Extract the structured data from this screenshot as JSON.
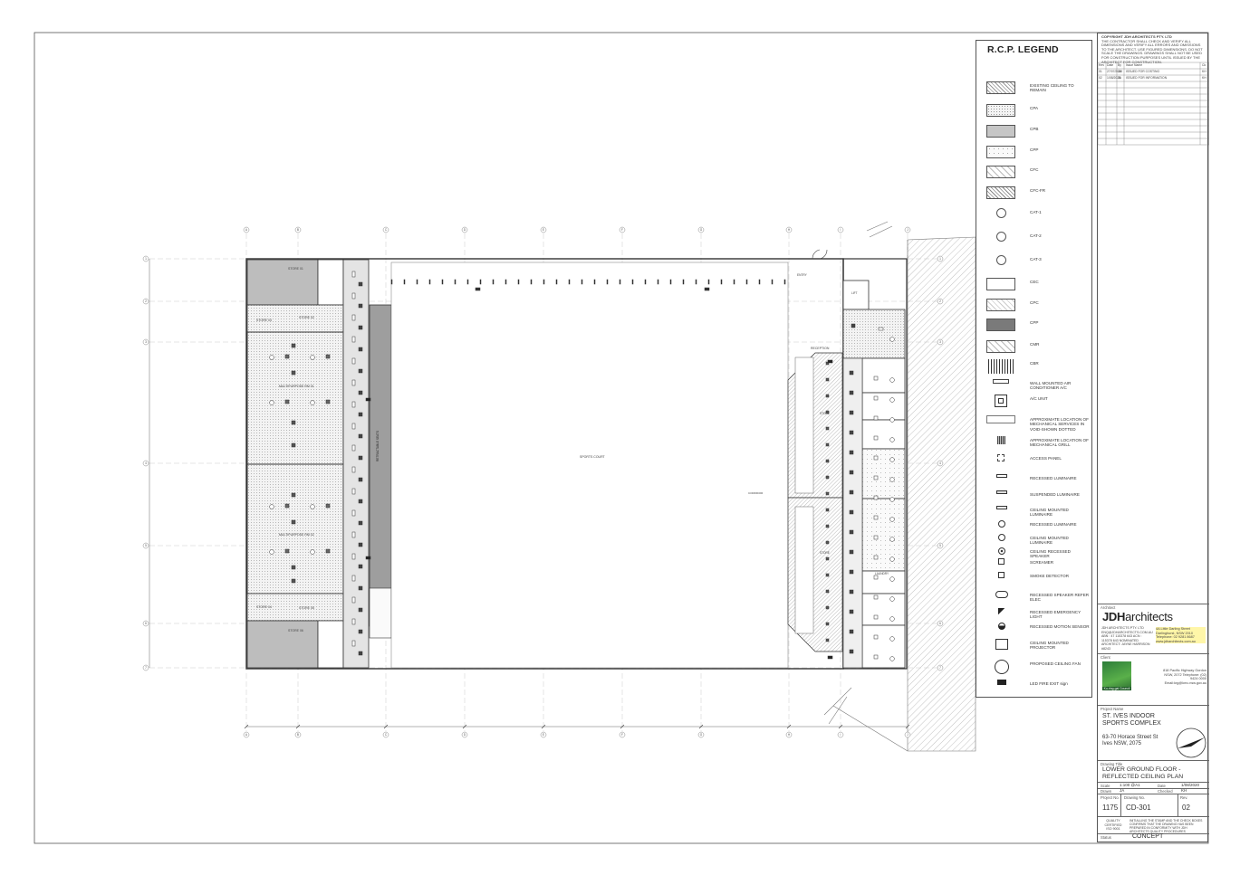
{
  "legend": {
    "title": "R.C.P. LEGEND",
    "items": [
      {
        "label": "EXISTING CEILING TO REMAIN",
        "icon": "hatch-diagonal-icon"
      },
      {
        "label": "CPA",
        "icon": "dot-fill-icon"
      },
      {
        "label": "CPB",
        "icon": "grey-fill-icon"
      },
      {
        "label": "CPP",
        "icon": "dot-sparse-icon"
      },
      {
        "label": "CFC",
        "icon": "dash-hatch-icon"
      },
      {
        "label": "CFC-FR",
        "icon": "hatch-dense-icon"
      },
      {
        "label": "CAT-1",
        "icon": "circle-icon"
      },
      {
        "label": "CAT-2",
        "icon": "circle-icon"
      },
      {
        "label": "CAT-3",
        "icon": "circle-icon"
      },
      {
        "label": "CEC",
        "icon": "plain-box-icon"
      },
      {
        "label": "CPC",
        "icon": "light-hatch-icon"
      },
      {
        "label": "CPP",
        "icon": "dark-fill-icon"
      },
      {
        "label": "CMR",
        "icon": "dash-hatch-icon"
      },
      {
        "label": "CBR",
        "icon": "vertical-bars-icon"
      },
      {
        "label": "WALL MOUNTED AIR CONDITIONER A/C",
        "icon": "wall-ac-icon"
      },
      {
        "label": "A/C UNIT",
        "icon": "ac-unit-icon"
      },
      {
        "label": "APPROXIMATE LOCATION OF MECHANICAL SERVICES IN VOID-SHOWN DOTTED",
        "icon": "mech-services-icon"
      },
      {
        "label": "APPROXIMATE LOCATION OF MECHANICAL GRILL",
        "icon": "grill-icon"
      },
      {
        "label": "ACCESS PANEL",
        "icon": "access-panel-icon"
      },
      {
        "label": "RECESSED LUMINAIRE",
        "icon": "recessed-luminaire-icon"
      },
      {
        "label": "SUSPENDED LUMINAIRE",
        "icon": "suspended-luminaire-icon"
      },
      {
        "label": "CEILING MOUNTED LUMINAIRE",
        "icon": "ceiling-luminaire-icon"
      },
      {
        "label": "RECESSED LUMINAIRE",
        "icon": "r-circle-icon"
      },
      {
        "label": "CEILING MOUNTED LUMINAIRE",
        "icon": "c-circle-icon"
      },
      {
        "label": "CEILING RECESSED SPEAKER",
        "icon": "speaker-icon"
      },
      {
        "label": "SCREAMER",
        "icon": "screamer-icon"
      },
      {
        "label": "SMOKE DETECTOR",
        "icon": "smoke-detector-icon"
      },
      {
        "label": "RECESSED SPEAKER REFER ELEC",
        "icon": "recessed-speaker-icon"
      },
      {
        "label": "RECESSED EMERGENCY LIGHT",
        "icon": "emergency-light-icon"
      },
      {
        "label": "RECESSED MOTION SENSOR",
        "icon": "motion-sensor-icon"
      },
      {
        "label": "CEILING MOUNTED PROJECTOR",
        "icon": "projector-icon"
      },
      {
        "label": "PROPOSED CEILING FAN",
        "icon": "ceiling-fan-icon"
      },
      {
        "label": "LED FIRE EXIT sign",
        "icon": "exit-sign-icon"
      }
    ]
  },
  "title_block": {
    "copyright_heading": "COPYRIGHT JDH ARCHITECTS PTY. LTD",
    "copyright_text": "THE CONTRACTOR SHALL CHECK AND VERIFY ALL DIMENSIONS AND VERIFY ALL ERRORS AND OMISSIONS TO THE ARCHITECT. USE FIGURED DIMENSIONS. DO NOT SCALE THE DRAWINGS. DRAWINGS SHALL NOT BE USED FOR CONSTRUCTION PURPOSES UNTIL ISSUED BY THE ARCHITECT FOR CONSTRUCTION.",
    "revision_headers": [
      "Rev",
      "Date",
      "By",
      "Issue Name",
      "Ck"
    ],
    "revisions": [
      [
        "01",
        "27/07/2020",
        "JA",
        "ISSUED FOR COSTING",
        "KH"
      ],
      [
        "02",
        "1/08/2020",
        "JA",
        "ISSUED FOR INFORMATION",
        "KH"
      ]
    ],
    "architect_label": "Architect",
    "firm_logo_bold": "JDH",
    "firm_logo_rest": "architects",
    "firm_details": "JDH ARCHITECTS PTY. LTD ENQ@JDHARCHITECTS.COM.AU ABN : 47 115378 643 ACN : 115378 643 NOMINATED ARCHITECT: JAYNE HARRISON #8243",
    "firm_address": "4A Little Darling Street Darlinghurst, NSW 2010 Telephone: 02 9281 8687 www.jdharchitects.com.au",
    "client_label": "Client",
    "client_logo_text": "Ku-ring-gai Council",
    "client_address": "818 Pacific Highway Gordon NSW, 2072 Telephone: (02) 9424 0000 Email:krg@kmc.nsw.gov.au",
    "project_name_label": "Project Name",
    "project_name": "ST. IVES INDOOR SPORTS COMPLEX",
    "project_address": "63-70 Horace Street St Ives NSW, 2075",
    "drawing_title_label": "Drawing Title",
    "drawing_title": "LOWER GROUND FLOOR - REFLECTED CEILING PLAN",
    "scale_label": "Scale",
    "scale": "1:100 @A1",
    "date_label": "Date",
    "date": "1/08/2020",
    "drawn_label": "Drawn",
    "drawn": "JA",
    "checked_label": "Checked",
    "checked": "KH",
    "project_no_label": "Project No.",
    "project_no": "1175",
    "drawing_no_label": "Drawing No.",
    "drawing_no": "CD-301",
    "rev_label": "Rev.",
    "rev": "02",
    "quality_label": "QUALITY CERTIFIED ISO 9001",
    "quality_text": "INITIALLING THE STAMP AND THE CHECK BOXES CONFIRMS THAT THE DRAWING HAS BEEN PREPARED IN CONFORMITY WITH JDH ARCHITECTS QUALITY PROCEDURES",
    "status_label": "Status",
    "status": "CONCEPT"
  },
  "plan": {
    "grid_columns": [
      "A",
      "B",
      "C",
      "D",
      "E",
      "F",
      "G",
      "H",
      "I",
      "J"
    ],
    "grid_rows": [
      "1",
      "2",
      "3",
      "4",
      "5",
      "6",
      "7"
    ],
    "room_labels": {
      "store_top_left": "STORE 01",
      "store_left_2": "STORE 02",
      "store_left_3": "STORE 03",
      "multipurpose_1": "MULTIPURPOSE RM 01",
      "multipurpose_2": "MULTIPURPOSE RM 02",
      "store_left_4": "STORE 04",
      "store_left_5": "STORE 05",
      "store_bottom_left": "STORE 06",
      "court": "SPORTS COURT",
      "corridor": "CORRIDOR",
      "reception": "RECEPTION",
      "store_right_1": "STORE",
      "store_right_2": "STORE",
      "laundry": "LAUNDRY",
      "lift": "LIFT",
      "entry": "ENTRY",
      "retractable": "RETRACTABLE SEATS"
    }
  }
}
